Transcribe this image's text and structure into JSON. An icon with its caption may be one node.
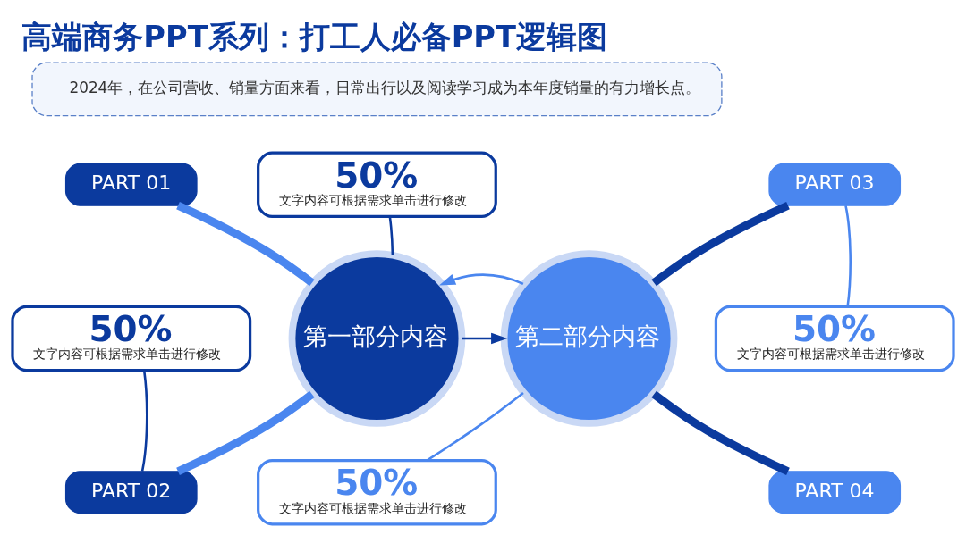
{
  "diagram": {
    "title": "高端商务PPT系列：打工人必备PPT逻辑图",
    "nodes": [
      {
        "text": [
          "2024年，在公司营收、销量方面来看，日常出行以及阅读学习成为本年度销量的有力增长点。"
        ]
      },
      {
        "text": [
          "PART 01"
        ]
      },
      {
        "text": [
          "PART 02"
        ]
      },
      {
        "text": [
          "第一部分内容"
        ]
      },
      {
        "text": [
          "第二部分内容"
        ]
      },
      {
        "text": [
          "PART 03"
        ]
      },
      {
        "text": [
          "PART 04"
        ]
      },
      {
        "text": [
          "50%",
          "文字内容可根据需求单击进行修改"
        ]
      },
      {
        "text": [
          "50%",
          "文字内容可根据需求单击进行修改"
        ]
      },
      {
        "text": [
          "50%",
          "文字内容可根据需求单击进行修改"
        ]
      },
      {
        "text": [
          "50%",
          "文字内容可根据需求单击进行修改"
        ]
      }
    ],
    "edges": [
      {
        "from": 1,
        "to": 3,
        "arrow": "none",
        "style": "thick",
        "color": "#4a86ef"
      },
      {
        "from": 2,
        "to": 3,
        "arrow": "none",
        "style": "thick",
        "color": "#4a86ef"
      },
      {
        "from": 4,
        "to": 5,
        "arrow": "none",
        "style": "thick"
      },
      {
        "from": 4,
        "to": 6,
        "arrow": "none",
        "style": "thick"
      },
      {
        "from": 3,
        "to": 4,
        "arrow": "to"
      },
      {
        "from": 4,
        "to": 3,
        "arrow": "to",
        "color": "#4a86ef"
      },
      {
        "from": 7,
        "to": 3,
        "arrow": "none"
      },
      {
        "from": 8,
        "to": 2,
        "arrow": "none"
      },
      {
        "from": 9,
        "to": 5,
        "arrow": "none",
        "color": "#4a86ef"
      },
      {
        "from": 10,
        "to": 4,
        "arrow": "none",
        "color": "#4a86ef"
      }
    ]
  }
}
